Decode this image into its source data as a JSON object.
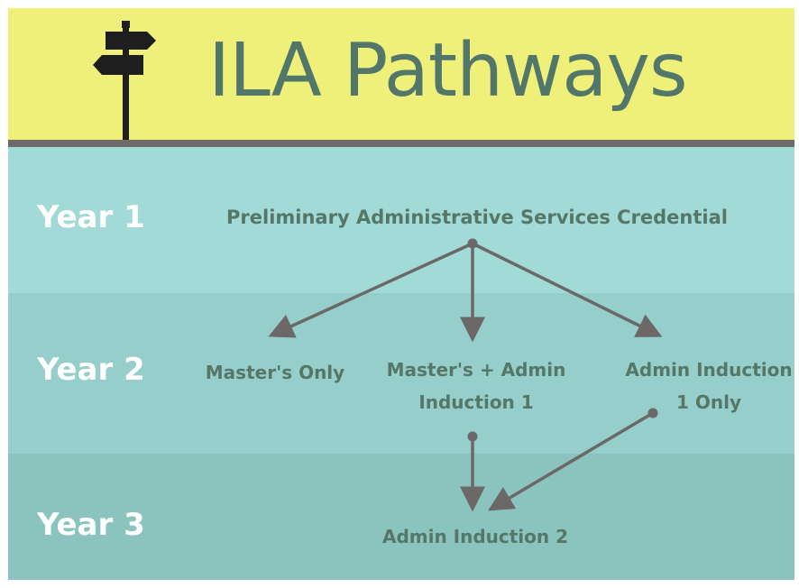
{
  "header": {
    "title": "ILA Pathways",
    "icon": "signpost-icon"
  },
  "colors": {
    "header_bg": "#eef07a",
    "title_text": "#52776a",
    "divider": "#6e6a68",
    "band_year1": "#a1dad6",
    "band_year2": "#95cecb",
    "band_year3": "#8bc4bf",
    "node_text": "#557768",
    "year_text": "#ffffff",
    "arrow": "#6b6867"
  },
  "rows": [
    {
      "label": "Year 1"
    },
    {
      "label": "Year 2"
    },
    {
      "label": "Year 3"
    }
  ],
  "nodes": {
    "preliminary": "Preliminary Administrative Services Credential",
    "masters_only": "Master's Only",
    "masters_admin_line1": "Master's + Admin",
    "masters_admin_line2": "Induction 1",
    "admin1_line1": "Admin Induction",
    "admin1_line2": "1 Only",
    "admin2": "Admin Induction 2"
  }
}
